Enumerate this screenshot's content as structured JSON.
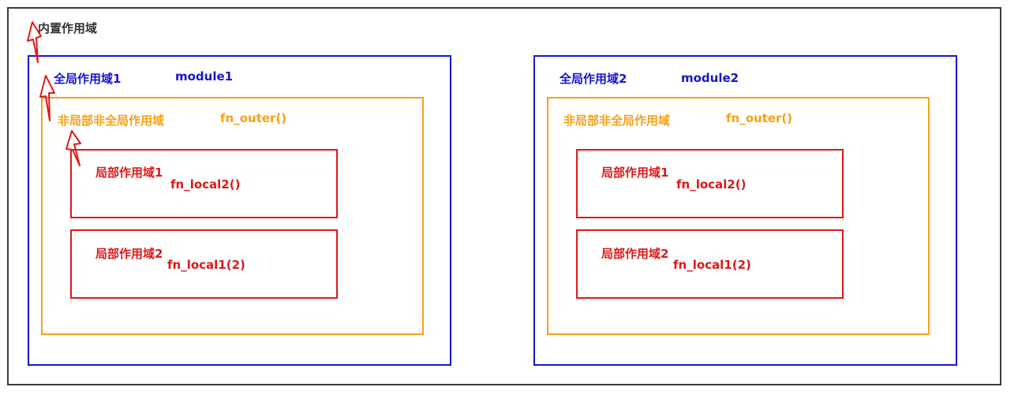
{
  "builtin": {
    "label": "内置作用域"
  },
  "modules": [
    {
      "scope": "全局作用域1",
      "name": "module1",
      "enclosing": {
        "scope": "非局部非全局作用域",
        "name": "fn_outer()"
      },
      "locals": [
        {
          "scope": "局部作用域1",
          "name": "fn_local2()"
        },
        {
          "scope": "局部作用域2",
          "name": "fn_local1(2)"
        }
      ]
    },
    {
      "scope": "全局作用域2",
      "name": "module2",
      "enclosing": {
        "scope": "非局部非全局作用域",
        "name": "fn_outer()"
      },
      "locals": [
        {
          "scope": "局部作用域1",
          "name": "fn_local2()"
        },
        {
          "scope": "局部作用域2",
          "name": "fn_local1(2)"
        }
      ]
    }
  ],
  "colors": {
    "builtin": "#3c3c3c",
    "global": "#1515d0",
    "enclosing": "#f5a018",
    "local": "#e01818"
  }
}
